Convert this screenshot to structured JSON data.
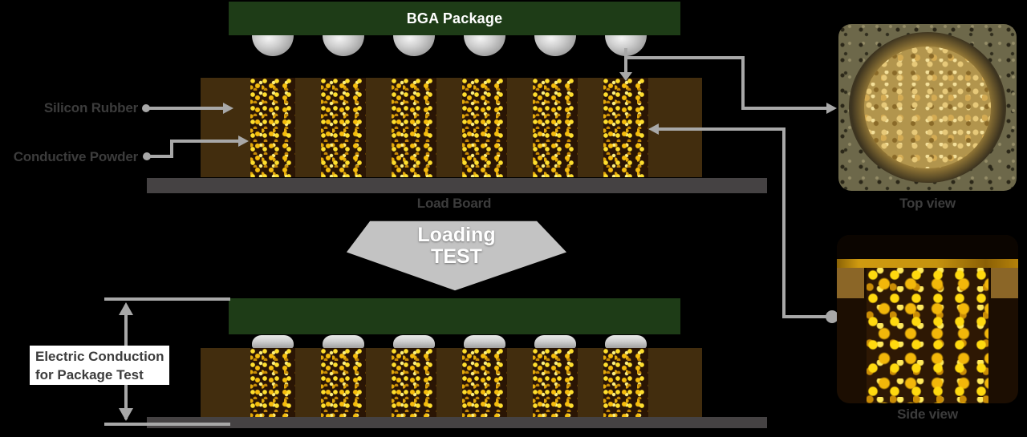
{
  "diagram": {
    "bga_package_label": "BGA Package",
    "silicon_rubber_label": "Silicon Rubber",
    "conductive_powder_label": "Conductive Powder",
    "load_board_label": "Load Board",
    "loading_arrow_line1": "Loading",
    "loading_arrow_line2": "TEST",
    "dimension_label_line1": "Electric Conduction",
    "dimension_label_line2": "for Package Test",
    "top_view_label": "Top view",
    "side_view_label": "Side view"
  },
  "colors": {
    "background": "#000000",
    "package_green": "#1e3c17",
    "rubber_brown": "#422d0e",
    "pillar_dark": "#2a1504",
    "gold": "#f6bd0d",
    "load_board_gray": "#454243",
    "connector_gray": "#a8a8a8",
    "label_gray": "#3c3c3c",
    "arrow_fill": "#c3c3c3"
  }
}
